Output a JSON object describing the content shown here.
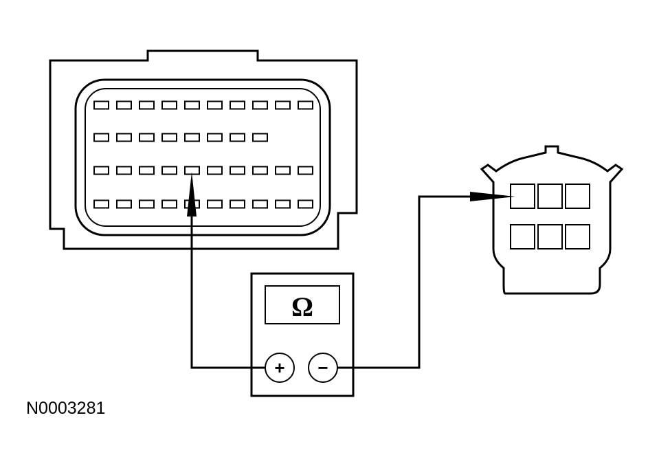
{
  "meter": {
    "display_symbol": "Ω",
    "positive_label": "+",
    "negative_label": "−"
  },
  "connector_large": {
    "rows": [
      10,
      8,
      10,
      10
    ]
  },
  "connector_small": {
    "rows": [
      3,
      3
    ]
  },
  "reference_code": "N0003281"
}
